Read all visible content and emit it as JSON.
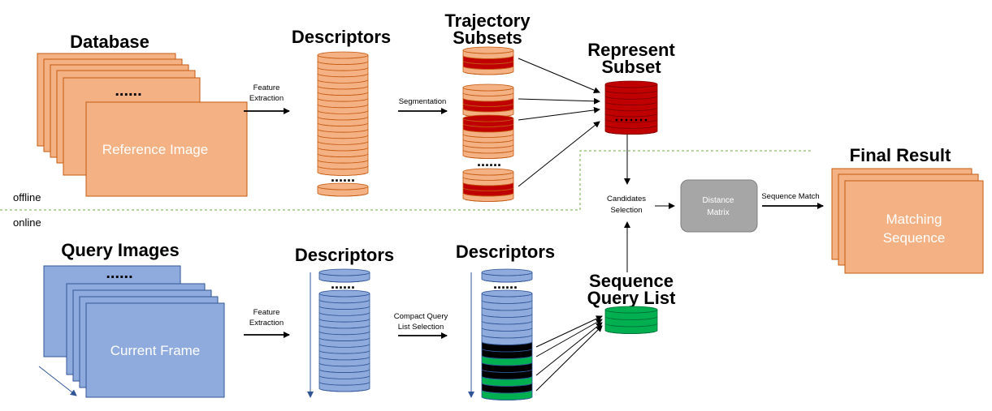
{
  "sections": {
    "offline": "offline",
    "online": "online"
  },
  "titles": {
    "database": "Database",
    "descriptors_top": "Descriptors",
    "trajectory_1": "Trajectory",
    "trajectory_2": "Subsets",
    "represent_1": "Represent",
    "represent_2": "Subset",
    "final_result": "Final Result",
    "query_images": "Query Images",
    "descriptors_mid": "Descriptors",
    "descriptors_right": "Descriptors",
    "sequence_1": "Sequence",
    "sequence_2": "Query List"
  },
  "labels": {
    "feature_extraction_top_1": "Feature",
    "feature_extraction_top_2": "Extraction",
    "segmentation": "Segmentation",
    "candidates_1": "Candidates",
    "candidates_2": "Selection",
    "distance_1": "Distance",
    "distance_2": "Matrix",
    "sequence_match": "Sequence Match",
    "feature_extraction_bot_1": "Feature",
    "feature_extraction_bot_2": "Extraction",
    "compact_1": "Compact Query",
    "compact_2": "List Selection"
  },
  "boxes": {
    "reference_image": "Reference Image",
    "current_frame": "Current Frame",
    "matching_1": "Matching",
    "matching_2": "Sequence"
  },
  "ellipsis": "......",
  "colors": {
    "orange": "#f4b183",
    "orange_stroke": "#c55a11",
    "blue": "#8faadc",
    "blue_stroke": "#2f5597",
    "dark_red": "#c00000",
    "green": "#00b050",
    "black": "#000000",
    "grey_box": "#a6a6a6",
    "divider": "#70ad47"
  }
}
